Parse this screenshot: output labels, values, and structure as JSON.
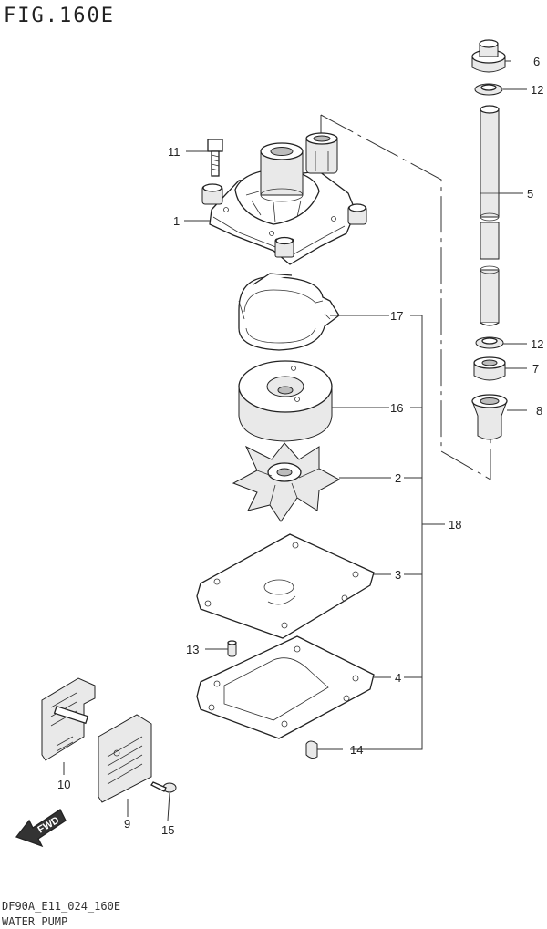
{
  "figure": {
    "title": "FIG.160E",
    "code": "DF90A_E11_024_160E",
    "name": "WATER PUMP",
    "fwd_label": "FWD"
  },
  "callouts": {
    "c1": "1",
    "c2": "2",
    "c3": "3",
    "c4": "4",
    "c5": "5",
    "c6": "6",
    "c7": "7",
    "c8": "8",
    "c9": "9",
    "c10": "10",
    "c11": "11",
    "c12a": "12",
    "c12b": "12",
    "c13": "13",
    "c14": "14",
    "c15": "15",
    "c16": "16",
    "c17": "17",
    "c18": "18"
  }
}
